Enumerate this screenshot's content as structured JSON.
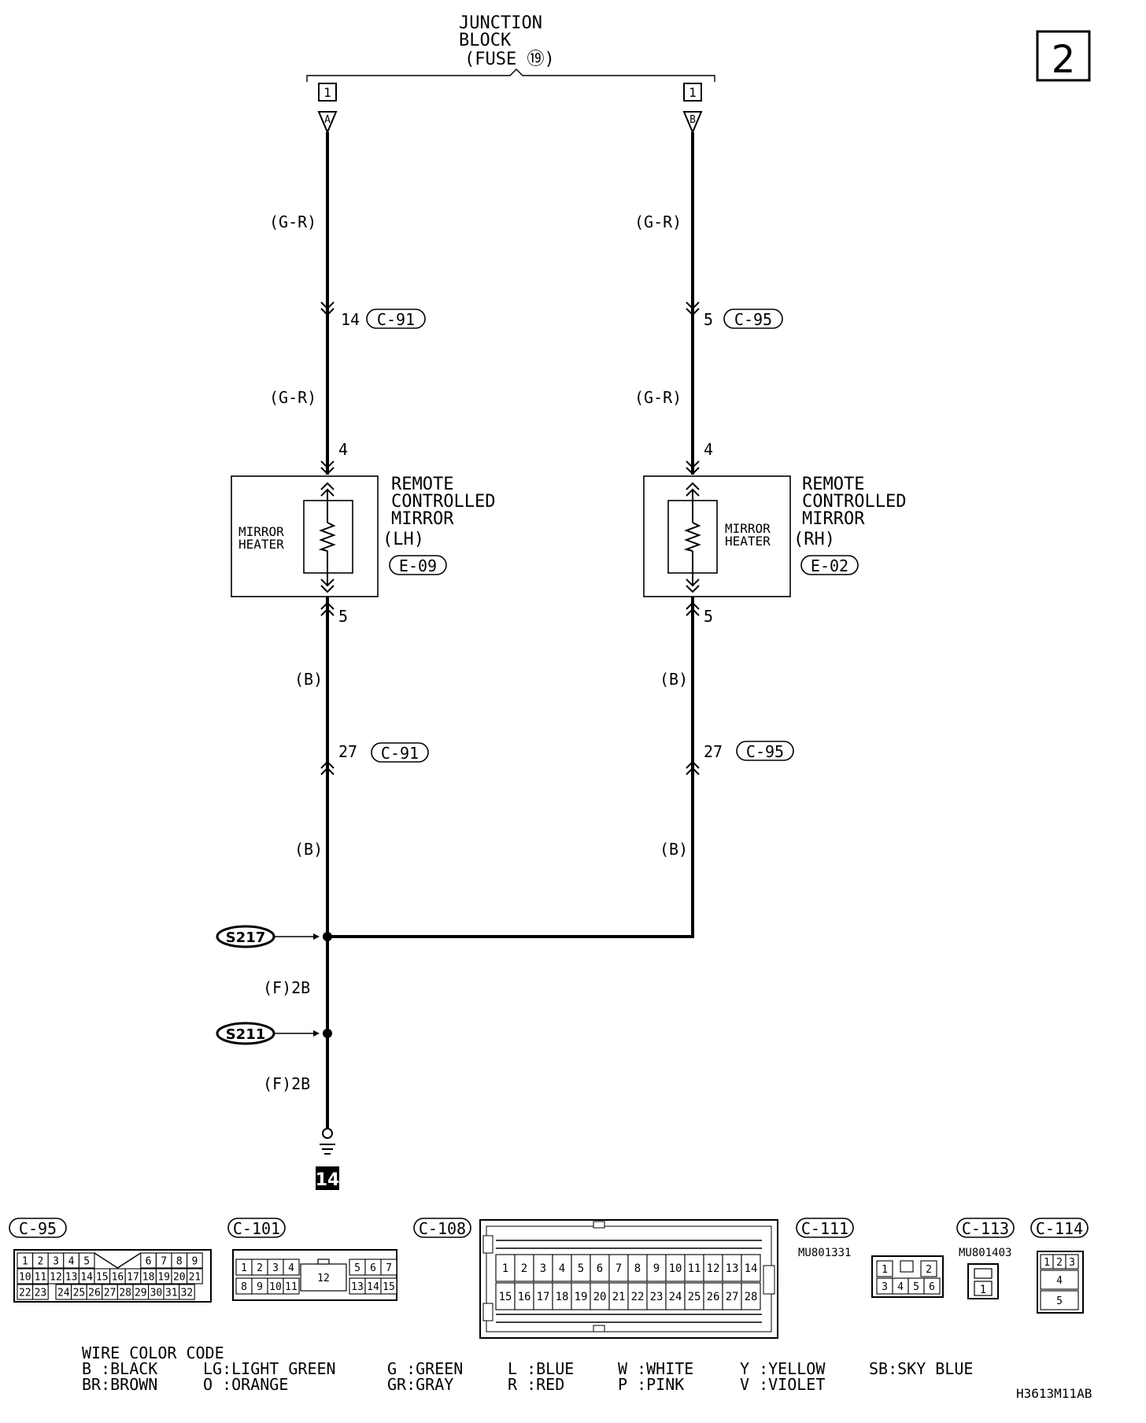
{
  "page_number": "2",
  "source": {
    "line1": "JUNCTION",
    "line2": "BLOCK",
    "line3": "(FUSE ⑲)",
    "terminal_a_label": "1",
    "terminal_b_label": "1",
    "connector_a": "A",
    "connector_b": "B"
  },
  "left_circuit": {
    "wire_color_1": "(G-R)",
    "connector_pin_1": "14",
    "connector_1": "C-91",
    "wire_color_2": "(G-R)",
    "mirror_pin_in": "4",
    "component_inner_label_1": "MIRROR",
    "component_inner_label_2": "HEATER",
    "component_name_1": "REMOTE",
    "component_name_2": "CONTROLLED",
    "component_name_3": "MIRROR",
    "component_side": "(LH)",
    "component_connector": "E-09",
    "mirror_pin_out": "5",
    "wire_color_3": "(B)",
    "connector_pin_2": "27",
    "connector_2": "C-91",
    "wire_color_4": "(B)"
  },
  "right_circuit": {
    "wire_color_1": "(G-R)",
    "connector_pin_1": "5",
    "connector_1": "C-95",
    "wire_color_2": "(G-R)",
    "mirror_pin_in": "4",
    "component_inner_label_1": "MIRROR",
    "component_inner_label_2": "HEATER",
    "component_name_1": "REMOTE",
    "component_name_2": "CONTROLLED",
    "component_name_3": "MIRROR",
    "component_side": "(RH)",
    "component_connector": "E-02",
    "mirror_pin_out": "5",
    "wire_color_3": "(B)",
    "connector_pin_2": "27",
    "connector_2": "C-95",
    "wire_color_4": "(B)"
  },
  "splices": {
    "splice_1": "S217",
    "wire_1": "(F)2B",
    "splice_2": "S211",
    "wire_2": "(F)2B",
    "ground_number": "14"
  },
  "connector_views": {
    "c95": {
      "label": "C-95",
      "row1": [
        "1",
        "2",
        "3",
        "4",
        "5",
        "6",
        "7",
        "8",
        "9"
      ],
      "row2": [
        "10",
        "11",
        "12",
        "13",
        "14",
        "15",
        "16",
        "17",
        "18",
        "19",
        "20",
        "21"
      ],
      "row3": [
        "22",
        "23",
        "24",
        "25",
        "26",
        "27",
        "28",
        "29",
        "30",
        "31",
        "32"
      ]
    },
    "c101": {
      "label": "C-101",
      "row1": [
        "1",
        "2",
        "3",
        "4",
        "5",
        "6",
        "7"
      ],
      "row2": [
        "8",
        "9",
        "10",
        "11",
        "13",
        "14",
        "15"
      ],
      "center": "12"
    },
    "c108": {
      "label": "C-108",
      "row1": [
        "1",
        "2",
        "3",
        "4",
        "5",
        "6",
        "7",
        "8",
        "9",
        "10",
        "11",
        "12",
        "13",
        "14"
      ],
      "row2": [
        "15",
        "16",
        "17",
        "18",
        "19",
        "20",
        "21",
        "22",
        "23",
        "24",
        "25",
        "26",
        "27",
        "28"
      ]
    },
    "c111": {
      "label": "C-111",
      "part_no": "MU801331",
      "row1": [
        "1",
        "2"
      ],
      "row2": [
        "3",
        "4",
        "5",
        "6"
      ]
    },
    "c113": {
      "label": "C-113",
      "part_no": "MU801403",
      "pins": [
        "1"
      ]
    },
    "c114": {
      "label": "C-114",
      "row1": [
        "1",
        "2",
        "3"
      ],
      "pin4": "4",
      "pin5": "5"
    }
  },
  "wire_color_code": {
    "title": "WIRE COLOR CODE",
    "row1": [
      "B :BLACK",
      "LG:LIGHT GREEN",
      "G :GREEN",
      "L :BLUE",
      "W :WHITE",
      "Y :YELLOW",
      "SB:SKY BLUE"
    ],
    "row2": [
      "BR:BROWN",
      "O :ORANGE",
      "GR:GRAY",
      "R :RED",
      "P :PINK",
      "V :VIOLET"
    ]
  },
  "figure_code": "H3613M11AB"
}
